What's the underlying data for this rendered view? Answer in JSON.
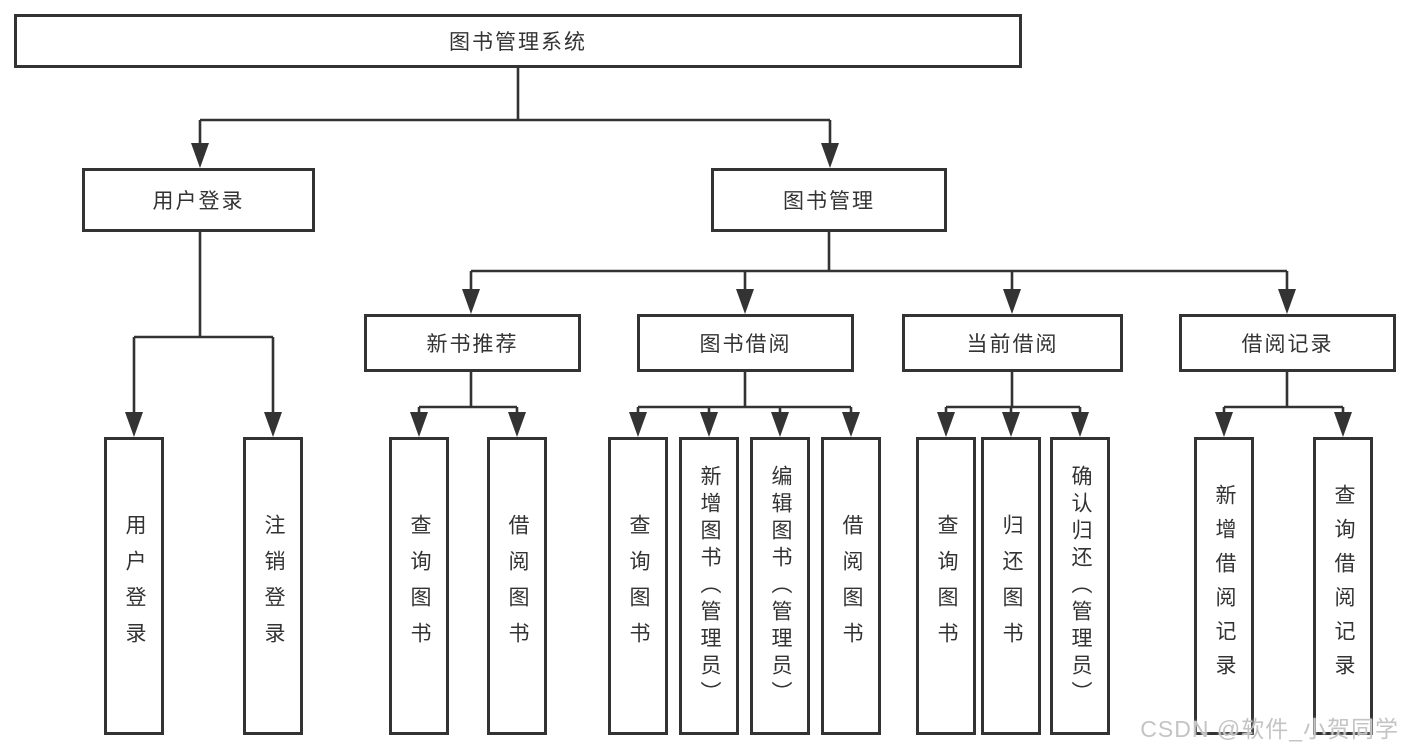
{
  "tree": {
    "root": "图书管理系统",
    "branches": [
      {
        "label": "用户登录",
        "children": [
          "用户登录",
          "注销登录"
        ]
      },
      {
        "label": "图书管理",
        "children": [
          {
            "label": "新书推荐",
            "children": [
              "查询图书",
              "借阅图书"
            ]
          },
          {
            "label": "图书借阅",
            "children": [
              "查询图书",
              "新增图书（管理员）",
              "编辑图书（管理员）",
              "借阅图书"
            ]
          },
          {
            "label": "当前借阅",
            "children": [
              "查询图书",
              "归还图书",
              "确认归还（管理员）"
            ]
          },
          {
            "label": "借阅记录",
            "children": [
              "新增借阅记录",
              "查询借阅记录"
            ]
          }
        ]
      }
    ]
  },
  "watermark": {
    "text": "CSDN @软件_小贺同学"
  },
  "colors": {
    "line": "#333333",
    "box_border": "#333333",
    "box_fill": "#ffffff",
    "text": "#333333",
    "watermark": "#c4c4c4",
    "background": "#ffffff"
  }
}
